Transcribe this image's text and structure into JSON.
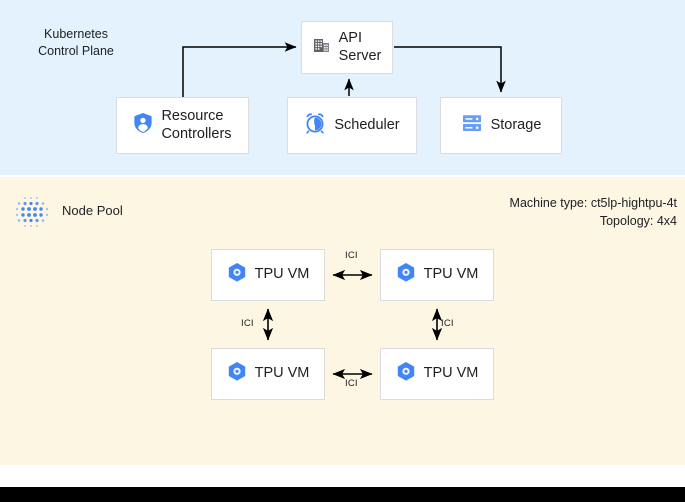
{
  "colors": {
    "control_plane_bg": "#e3f2fd",
    "node_pool_bg": "#fdf6e3",
    "box_bg": "#ffffff",
    "box_border": "#dadce0",
    "accent_blue": "#4285f4",
    "icon_gray": "#5f6368",
    "text": "#202124",
    "bottom_bar": "#000000"
  },
  "control_plane": {
    "title": "Kubernetes\nControl Plane",
    "boxes": [
      {
        "id": "api-server",
        "label": "API\nServer",
        "icon": "building-icon"
      },
      {
        "id": "resource-controllers",
        "label": "Resource\nControllers",
        "icon": "shield-person-icon"
      },
      {
        "id": "scheduler",
        "label": "Scheduler",
        "icon": "alarm-clock-icon"
      },
      {
        "id": "storage",
        "label": "Storage",
        "icon": "server-rack-icon"
      }
    ],
    "connections": [
      {
        "from": "resource-controllers",
        "to": "api-server",
        "direction": "one-way"
      },
      {
        "from": "scheduler",
        "to": "api-server",
        "direction": "one-way"
      },
      {
        "from": "api-server",
        "to": "storage",
        "direction": "one-way"
      }
    ]
  },
  "node_pool": {
    "title": "Node Pool",
    "icon": "dot-matrix-icon",
    "machine_type_label": "Machine type: ct5lp-hightpu-4t",
    "topology_label": "Topology: 4x4",
    "meta": "Machine type: ct5lp-hightpu-4t\nTopology: 4x4",
    "vms": [
      {
        "id": "tpu-vm-1",
        "label": "TPU VM",
        "icon": "tpu-hex-icon"
      },
      {
        "id": "tpu-vm-2",
        "label": "TPU VM",
        "icon": "tpu-hex-icon"
      },
      {
        "id": "tpu-vm-3",
        "label": "TPU VM",
        "icon": "tpu-hex-icon"
      },
      {
        "id": "tpu-vm-4",
        "label": "TPU VM",
        "icon": "tpu-hex-icon"
      }
    ],
    "links": [
      {
        "id": "ici-top",
        "label": "ICI",
        "between": [
          "tpu-vm-1",
          "tpu-vm-2"
        ],
        "direction": "two-way",
        "orientation": "horizontal"
      },
      {
        "id": "ici-left",
        "label": "ICI",
        "between": [
          "tpu-vm-1",
          "tpu-vm-3"
        ],
        "direction": "two-way",
        "orientation": "vertical"
      },
      {
        "id": "ici-right",
        "label": "ICI",
        "between": [
          "tpu-vm-2",
          "tpu-vm-4"
        ],
        "direction": "two-way",
        "orientation": "vertical"
      },
      {
        "id": "ici-bottom",
        "label": "ICI",
        "between": [
          "tpu-vm-3",
          "tpu-vm-4"
        ],
        "direction": "two-way",
        "orientation": "horizontal"
      }
    ]
  }
}
